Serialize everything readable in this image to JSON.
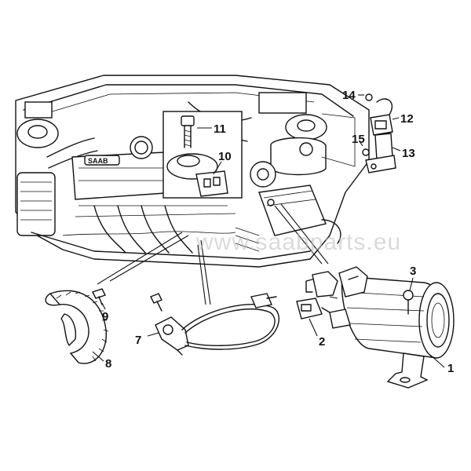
{
  "watermark": "www.saabparts.eu",
  "callouts": [
    {
      "id": "p1",
      "label": "1"
    },
    {
      "id": "p2",
      "label": "2"
    },
    {
      "id": "p3",
      "label": "3"
    },
    {
      "id": "p7",
      "label": "7"
    },
    {
      "id": "p8",
      "label": "8"
    },
    {
      "id": "p9",
      "label": "9"
    },
    {
      "id": "p10",
      "label": "10"
    },
    {
      "id": "p11",
      "label": "11"
    },
    {
      "id": "p12",
      "label": "12"
    },
    {
      "id": "p13",
      "label": "13"
    },
    {
      "id": "p14",
      "label": "14"
    },
    {
      "id": "p15",
      "label": "15"
    }
  ]
}
